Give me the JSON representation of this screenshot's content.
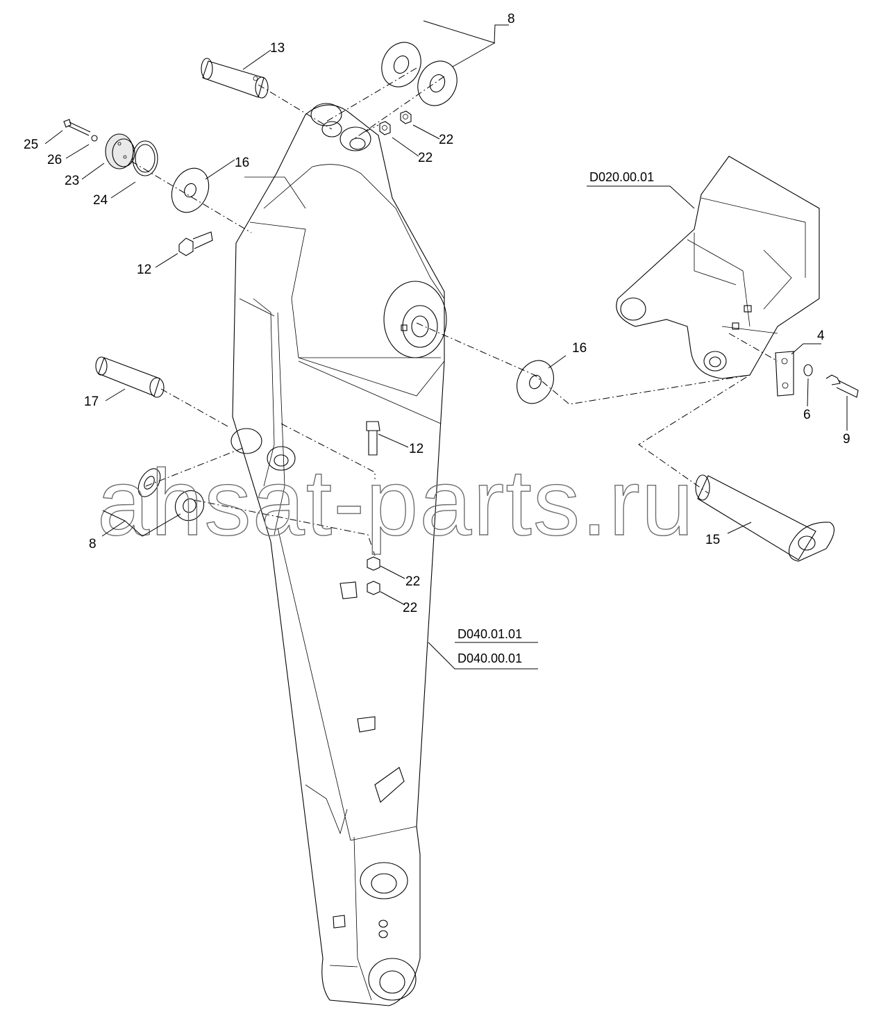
{
  "watermark": "ahsat-parts.ru",
  "references": {
    "bucket_link": "D020.00.01",
    "arm_primary": "D040.01.01",
    "arm_secondary": "D040.00.01"
  },
  "callouts": {
    "c4": "4",
    "c6": "6",
    "c8_top": "8",
    "c8_left": "8",
    "c9": "9",
    "c12_top": "12",
    "c12_mid": "12",
    "c13": "13",
    "c15": "15",
    "c16_top": "16",
    "c16_right": "16",
    "c17": "17",
    "c22_a": "22",
    "c22_b": "22",
    "c22_c": "22",
    "c22_d": "22",
    "c23": "23",
    "c24": "24",
    "c25": "25",
    "c26": "26"
  }
}
